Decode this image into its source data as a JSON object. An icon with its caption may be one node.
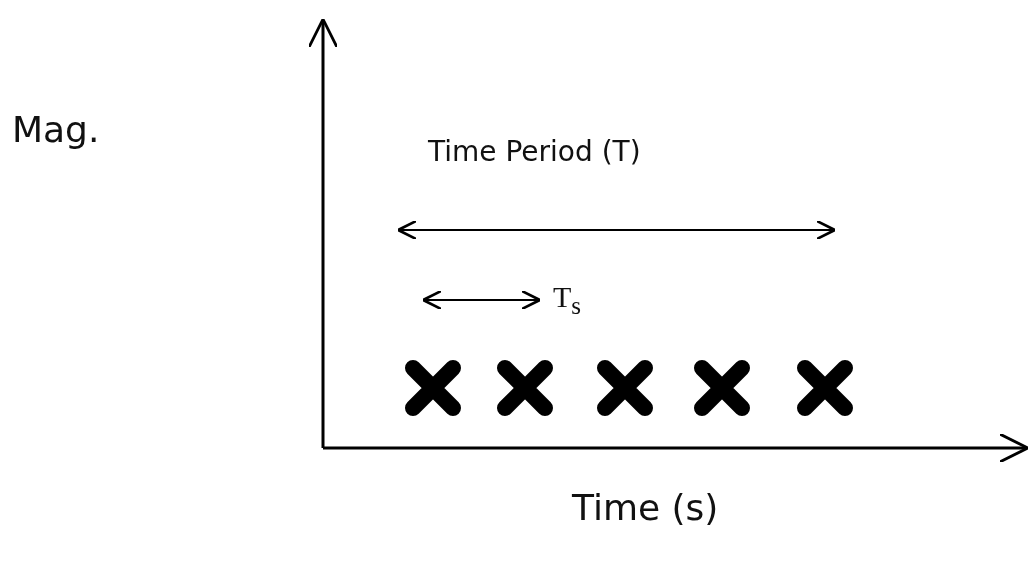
{
  "diagram": {
    "labels": [
      "Mag.",
      "Time Period (T)",
      "T$_{s}$",
      "Time (s)"
    ]
  }
}
